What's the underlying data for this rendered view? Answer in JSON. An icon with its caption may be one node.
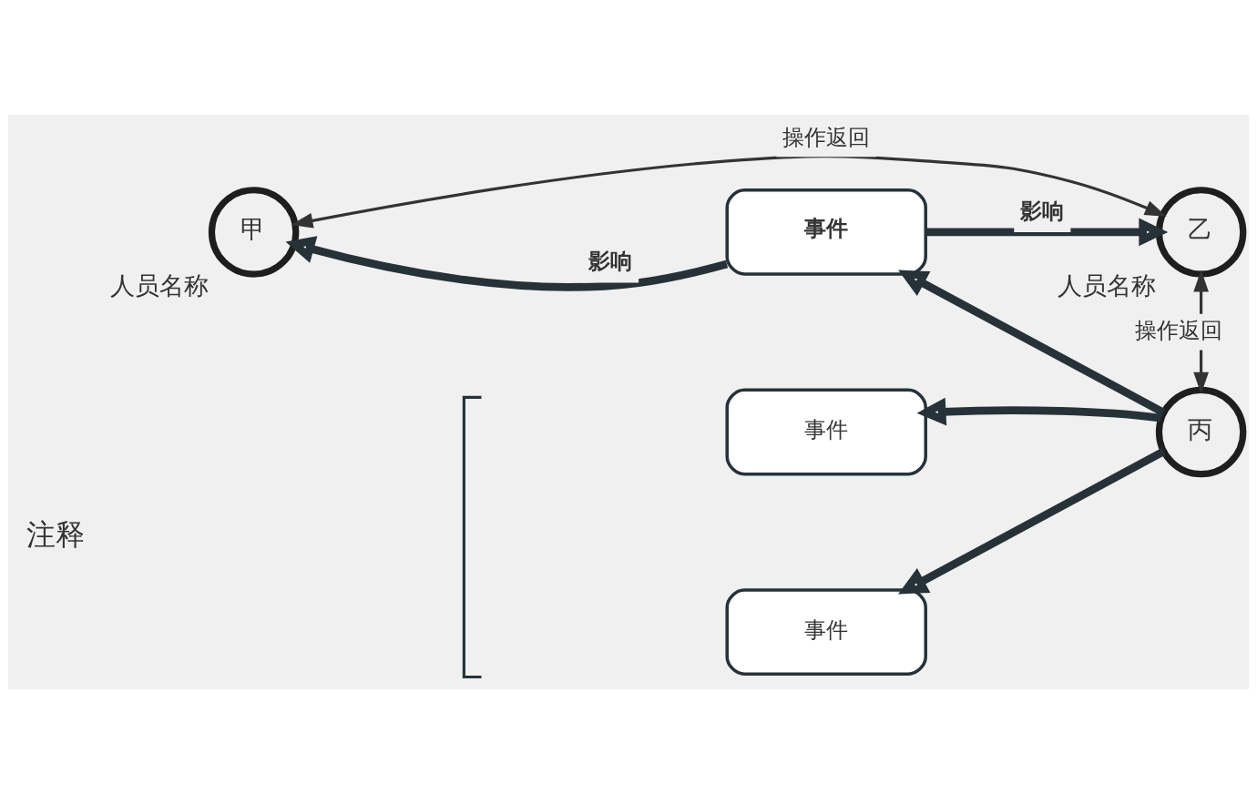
{
  "diagram": {
    "nodes": [
      {
        "text": [
          "甲"
        ],
        "beside": [
          "人员名称"
        ]
      },
      {
        "text": [
          "乙"
        ],
        "beside": [
          "人员名称"
        ]
      },
      {
        "text": [
          "事件"
        ]
      },
      {
        "text": [
          "丙"
        ]
      },
      {
        "text": [
          "事件"
        ]
      },
      {
        "text": [
          "事件"
        ]
      }
    ],
    "edges": [
      {
        "from": 0,
        "to": 1,
        "arrow": "both",
        "label": "操作返回"
      },
      {
        "from": 2,
        "to": 0,
        "arrow": "to",
        "label": "影响"
      },
      {
        "from": 2,
        "to": 1,
        "arrow": "to",
        "label": "影响"
      },
      {
        "from": 1,
        "to": 3,
        "arrow": "both",
        "label": "操作返回"
      },
      {
        "from": 3,
        "to": 2,
        "arrow": "to"
      },
      {
        "from": 3,
        "to": 4,
        "arrow": "to"
      },
      {
        "from": 3,
        "to": 5,
        "arrow": "to"
      }
    ],
    "labels": [
      "注释"
    ]
  }
}
